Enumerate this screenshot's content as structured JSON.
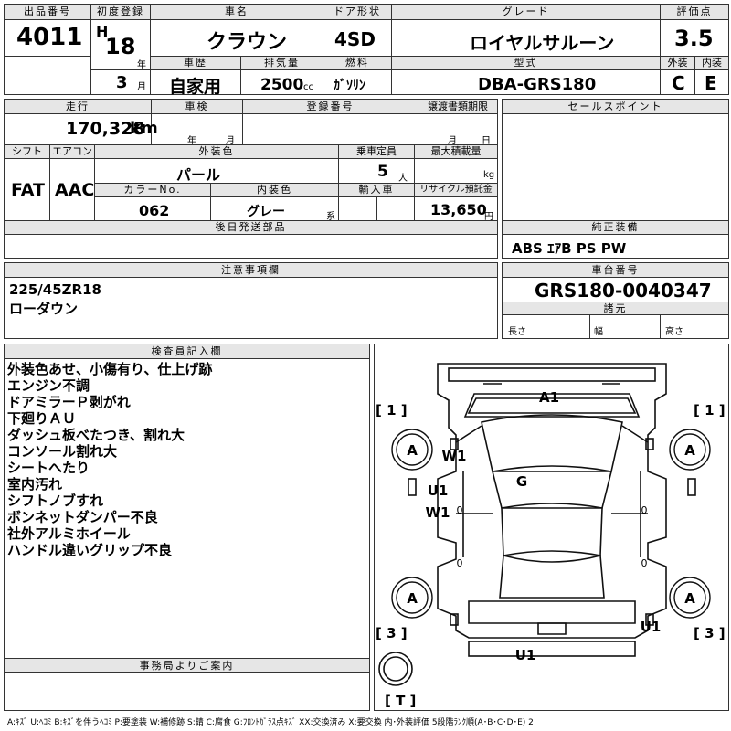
{
  "header": {
    "lot_label": "出品番号",
    "lot_no": "4011",
    "first_reg_label": "初度登録",
    "era": "H",
    "year": "18",
    "year_unit": "年",
    "month": "3",
    "month_unit": "月",
    "name_label": "車名",
    "car_name": "クラウン",
    "door_label": "ドア形状",
    "door": "4SD",
    "grade_label": "グレード",
    "grade": "ロイヤルサルーン",
    "score_label": "評価点",
    "score": "3.5",
    "history_label": "車歴",
    "history": "自家用",
    "displacement_label": "排気量",
    "displacement": "2500",
    "displacement_unit": "cc",
    "fuel_label": "燃料",
    "fuel": "ｶﾞｿﾘﾝ",
    "model_label": "型式",
    "model": "DBA-GRS180",
    "ext_label": "外装",
    "ext_grade": "C",
    "int_label": "内装",
    "int_grade": "E"
  },
  "mid": {
    "mileage_label": "走行",
    "mileage": "170,328",
    "mileage_unit": "km",
    "inspection_label": "車検",
    "insp_year_unit": "年",
    "insp_month_unit": "月",
    "regno_label": "登録番号",
    "transfer_label": "譲渡書類期限",
    "transfer_month": "月",
    "transfer_day": "日",
    "shift_label": "シフト",
    "shift": "FAT",
    "ac_label": "エアコン",
    "ac": "AAC",
    "color_label": "外装色",
    "color": "パール",
    "capacity_label": "乗車定員",
    "capacity": "5",
    "capacity_unit": "人",
    "load_label": "最大積載量",
    "load_unit": "kg",
    "colorno_label": "カラーNo.",
    "colorno": "062",
    "interior_label": "内装色",
    "interior": "グレー",
    "interior_unit": "系",
    "import_label": "輸入車",
    "recycle_label": "リサイクル預託金",
    "recycle": "13,650",
    "recycle_unit": "円",
    "later_label": "後日発送部品",
    "sales_label": "セールスポイント",
    "equip_label": "純正装備",
    "equip": "ABS ｴｱB PS PW",
    "notice_label": "注意事項欄",
    "notice_lines": [
      "225/45ZR18",
      "ローダウン"
    ],
    "chassis_label": "車台番号",
    "chassis": "GRS180-0040347",
    "spec_label": "諸元",
    "length_label": "長さ",
    "width_label": "幅",
    "height_label": "高さ"
  },
  "remarks": {
    "label": "検査員記入欄",
    "lines": [
      "外装色あせ、小傷有り、仕上げ跡",
      "エンジン不調",
      "ドアミラーＰ剥がれ",
      "下廻りＡＵ",
      "ダッシュ板べたつき、割れ大",
      "コンソール割れ大",
      "シートへたり",
      "室内汚れ",
      "シフトノブすれ",
      "ボンネットダンパー不良",
      "社外アルミホイール",
      "ハンドル違いグリップ不良"
    ],
    "office_label": "事務局よりご案内"
  },
  "diagram": {
    "marks": {
      "front_glass": "A1",
      "roof": "G",
      "left_front_fender": "W1",
      "left_front_door": "U1",
      "left_rear_door": "W1",
      "rear_right_corner": "U1",
      "rear_bumper": "U1",
      "wheel": "A"
    },
    "bracket_1": "1",
    "bracket_3": "3",
    "bracket_t": "T",
    "door_zero": "0"
  },
  "legend": "A:ｷｽﾞ U:ﾍｺﾐ B:ｷｽﾞを伴うﾍｺﾐ P:要塗装 W:補修跡 S:錆 C:腐食 G:ﾌﾛﾝﾄｶﾞﾗｽ点ｷｽﾞ XX:交換済み X:要交換  内･外装評価 5段階ﾗﾝｸ順(A･B･C･D･E) 2"
}
